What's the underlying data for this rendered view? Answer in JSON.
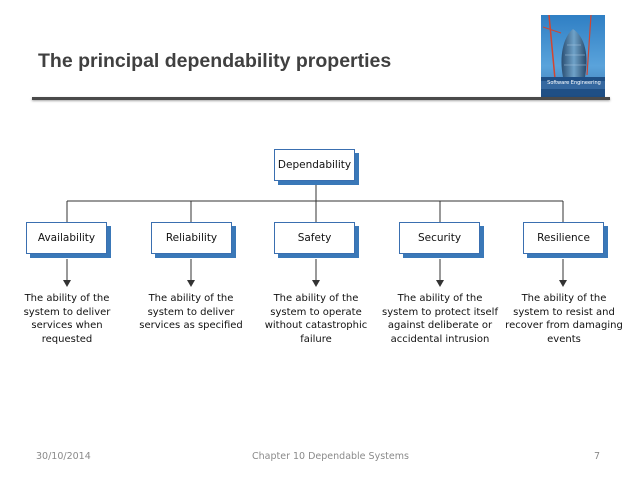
{
  "slide": {
    "title": "The principal dependability properties"
  },
  "cover": {
    "caption": "Software Engineering"
  },
  "diagram": {
    "root": {
      "label": "Dependability"
    },
    "properties": [
      {
        "label": "Availability",
        "description": "The ability of the system to deliver services when requested"
      },
      {
        "label": "Reliability",
        "description": "The ability of the system to deliver services as specified"
      },
      {
        "label": "Safety",
        "description": "The ability of the system to operate without catastrophic failure"
      },
      {
        "label": "Security",
        "description": "The ability of the system to protect itself against deliberate or accidental intrusion"
      },
      {
        "label": "Resilience",
        "description": "The ability of the system to resist and recover from damaging events"
      }
    ]
  },
  "footer": {
    "date": "30/10/2014",
    "chapter": "Chapter 10 Dependable Systems",
    "page_number": "7"
  },
  "colors": {
    "box_border": "#3a6fb0",
    "box_shadow": "#3a78b8",
    "title_text": "#404040",
    "footer_text": "#8a8a8a"
  }
}
